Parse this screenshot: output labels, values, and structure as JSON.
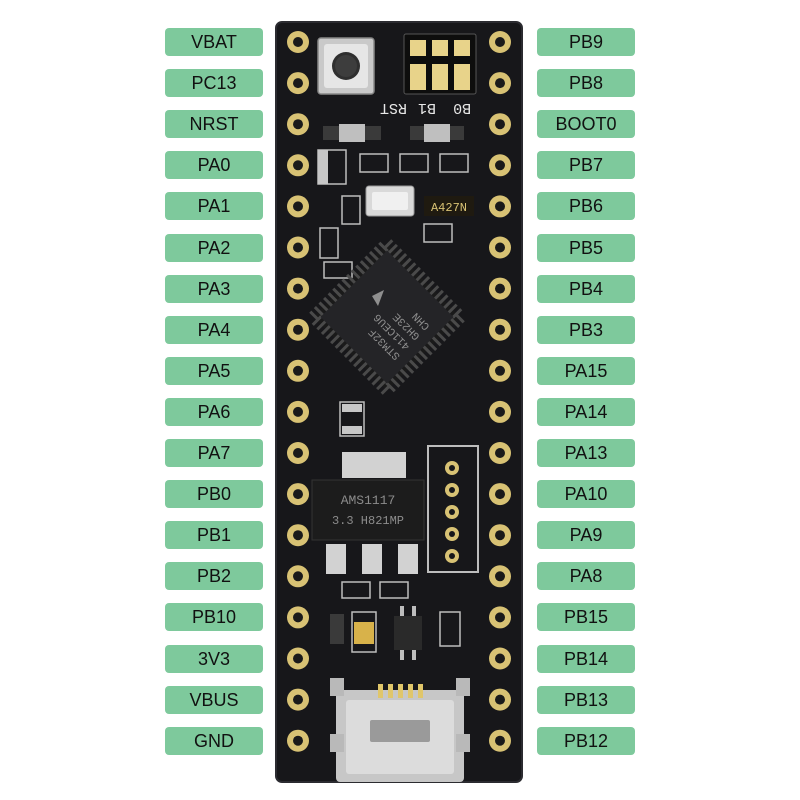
{
  "pins_left": [
    "VBAT",
    "PC13",
    "NRST",
    "PA0",
    "PA1",
    "PA2",
    "PA3",
    "PA4",
    "PA5",
    "PA6",
    "PA7",
    "PB0",
    "PB1",
    "PB2",
    "PB10",
    "3V3",
    "VBUS",
    "GND"
  ],
  "pins_right": [
    "PB9",
    "PB8",
    "BOOT0",
    "PB7",
    "PB6",
    "PB5",
    "PB4",
    "PB3",
    "PA15",
    "PA14",
    "PA13",
    "PA10",
    "PA9",
    "PA8",
    "PB15",
    "PB14",
    "PB13",
    "PB12"
  ],
  "board": {
    "jumper_labels": [
      "B0",
      "B1",
      "RST"
    ],
    "crystal_marking": "A427N",
    "chip_marking": [
      "STM32F",
      "411CEU6",
      "GH23E",
      "CHN"
    ],
    "regulator_marking": [
      "AMS1117",
      "3.3 H821MP"
    ]
  },
  "colors": {
    "label_bg": "#7ec99c",
    "board": "#17171a",
    "pad": "#d8c274"
  }
}
